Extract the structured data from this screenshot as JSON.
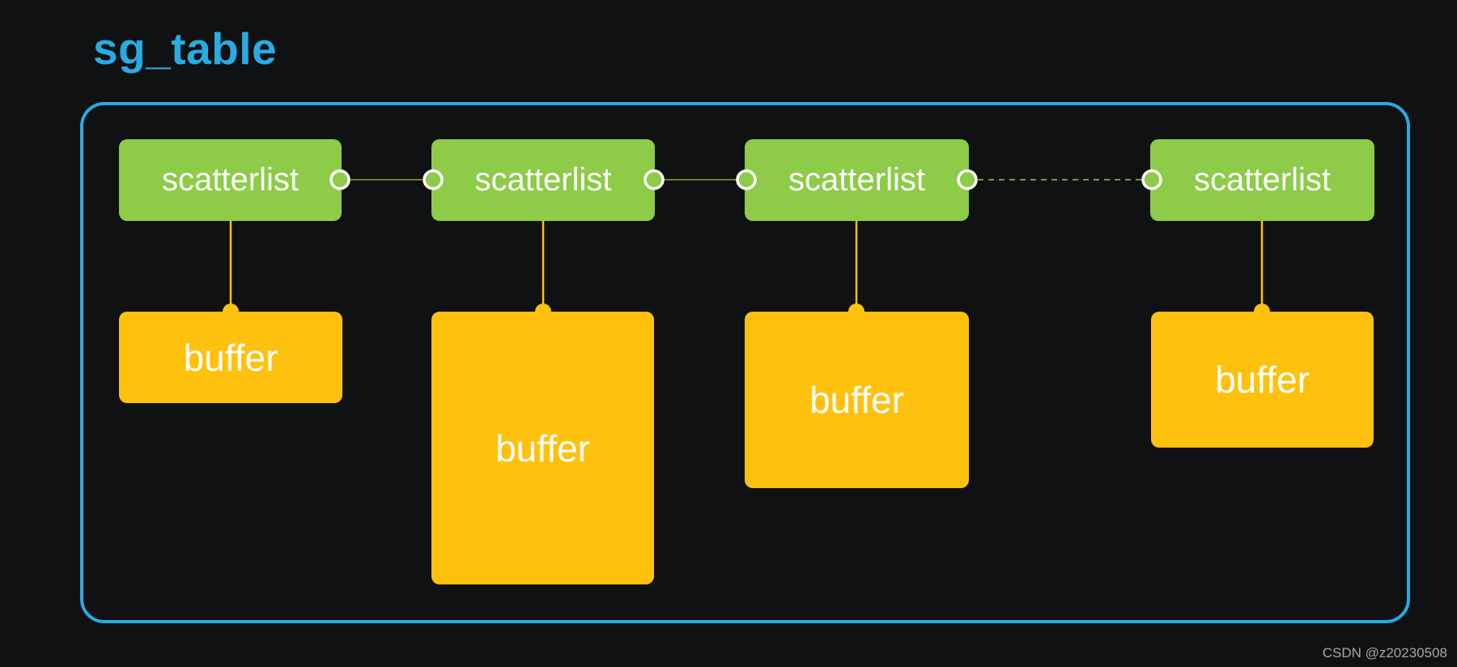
{
  "title": "sg_table",
  "watermark": "CSDN @z20230508",
  "colors": {
    "background": "#101112",
    "accent": "#29ABE2",
    "green": "#8DCB48",
    "orange": "#FEC10D",
    "label": "#FFFFFF",
    "watermark": "#A6A6A6",
    "link_green": "#5E8230",
    "dash_green": "#6F9C3A"
  },
  "diagram": {
    "container_label": "sg_table",
    "scatterlist_nodes": [
      {
        "label": "scatterlist"
      },
      {
        "label": "scatterlist"
      },
      {
        "label": "scatterlist"
      },
      {
        "label": "scatterlist"
      }
    ],
    "buffer_nodes": [
      {
        "label": "buffer"
      },
      {
        "label": "buffer"
      },
      {
        "label": "buffer"
      },
      {
        "label": "buffer"
      }
    ],
    "links": [
      {
        "from": "scatterlist-1",
        "to": "scatterlist-2",
        "style": "solid",
        "dasharray": "none"
      },
      {
        "from": "scatterlist-2",
        "to": "scatterlist-3",
        "style": "solid",
        "dasharray": "none"
      },
      {
        "from": "scatterlist-3",
        "to": "scatterlist-4",
        "style": "dashed",
        "dasharray": "7 6"
      }
    ]
  }
}
